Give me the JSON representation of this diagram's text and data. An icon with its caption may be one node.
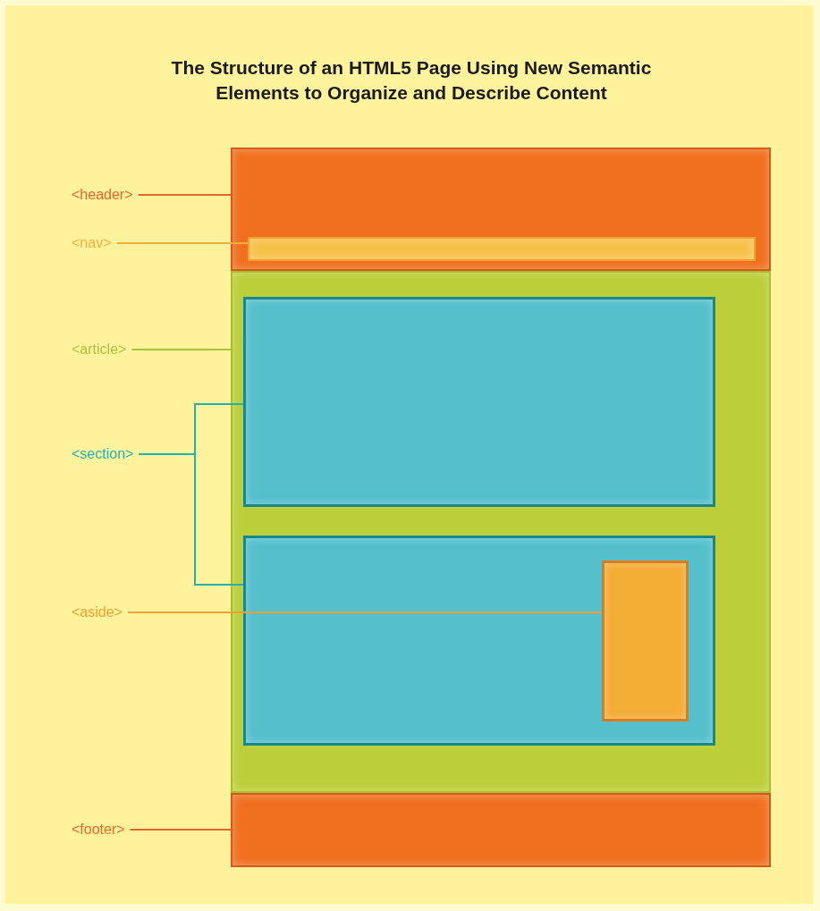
{
  "diagram": {
    "title": "The Structure of an HTML5 Page Using New Semantic Elements to Organize and Describe Content",
    "nodes": [
      {
        "text": [
          "<header>"
        ]
      },
      {
        "text": [],
        "shape": "box"
      },
      {
        "text": [
          "<nav>"
        ]
      },
      {
        "text": [],
        "shape": "box",
        "in": 1
      },
      {
        "text": [
          "<article>"
        ]
      },
      {
        "text": [],
        "shape": "box"
      },
      {
        "text": [
          "<section>"
        ]
      },
      {
        "text": [],
        "shape": "box",
        "in": 5
      },
      {
        "text": [],
        "shape": "box",
        "in": 5
      },
      {
        "text": [
          "<aside>"
        ]
      },
      {
        "text": [],
        "shape": "box",
        "in": 8
      },
      {
        "text": [
          "<footer>"
        ]
      },
      {
        "text": [],
        "shape": "box"
      }
    ],
    "edges": [
      {
        "from": 0,
        "to": 1,
        "arrow": "none",
        "color": "#e8642c"
      },
      {
        "from": 2,
        "to": 3,
        "arrow": "none",
        "color": "#f0b040"
      },
      {
        "from": 4,
        "to": 5,
        "arrow": "none",
        "color": "#a9c23e"
      },
      {
        "from": 6,
        "to": 7,
        "arrow": "none",
        "color": "#22b0b0"
      },
      {
        "from": 6,
        "to": 8,
        "arrow": "none",
        "color": "#22b0b0"
      },
      {
        "from": 9,
        "to": 10,
        "arrow": "none",
        "color": "#f0a030"
      },
      {
        "from": 11,
        "to": 12,
        "arrow": "none",
        "color": "#e8642c"
      }
    ]
  }
}
